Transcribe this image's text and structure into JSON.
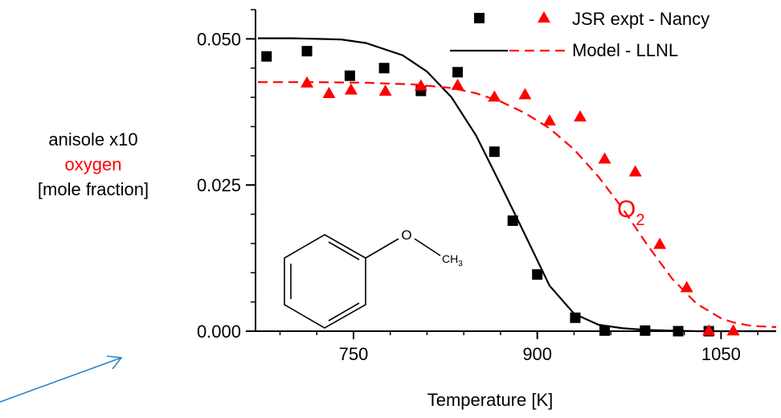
{
  "chart_data": {
    "type": "scatter",
    "xlabel": "Temperature [K]",
    "ylabel_lines": [
      {
        "text": "anisole x10",
        "color": "#000000"
      },
      {
        "text": "oxygen",
        "color": "#ff0000"
      },
      {
        "text": "[mole fraction]",
        "color": "#000000"
      }
    ],
    "xlim": [
      670,
      1095
    ],
    "ylim": [
      0,
      0.055
    ],
    "xticks": [
      "750",
      "900",
      "1050"
    ],
    "yticks": [
      "0.000",
      "0.025",
      "0.050"
    ],
    "legend": {
      "expt_label": "JSR expt - Nancy",
      "model_label": "Model - LLNL",
      "placement": "top-right"
    },
    "series": [
      {
        "key": "anisole_expt",
        "kind": "markers",
        "marker": "square",
        "color": "#000000",
        "x": [
          679,
          712,
          747,
          775,
          805,
          835,
          865,
          880,
          900,
          931,
          955,
          988,
          1015,
          1040
        ],
        "y": [
          0.047,
          0.0479,
          0.0437,
          0.045,
          0.0411,
          0.0443,
          0.0307,
          0.0189,
          0.0097,
          0.0023,
          0.0001,
          0.0001,
          0.0,
          0.0
        ]
      },
      {
        "key": "oxygen_expt",
        "kind": "markers",
        "marker": "triangle",
        "color": "#ff0000",
        "x": [
          712,
          730,
          748,
          776,
          805,
          835,
          865,
          890,
          910,
          935,
          955,
          980,
          1000,
          1022,
          1040,
          1060
        ],
        "y": [
          0.0425,
          0.0407,
          0.0413,
          0.0411,
          0.042,
          0.0421,
          0.0401,
          0.0405,
          0.036,
          0.0367,
          0.0295,
          0.0273,
          0.0149,
          0.0075,
          0.0001,
          0.0001
        ]
      },
      {
        "key": "anisole_model",
        "kind": "line",
        "dash": "solid",
        "color": "#000000",
        "x": [
          672,
          700,
          740,
          760,
          790,
          810,
          830,
          850,
          870,
          890,
          910,
          930,
          950,
          970,
          990,
          1010,
          1030,
          1060,
          1095
        ],
        "y": [
          0.0501,
          0.0501,
          0.0499,
          0.0493,
          0.0472,
          0.0444,
          0.04,
          0.0335,
          0.0251,
          0.0165,
          0.0078,
          0.003,
          0.0011,
          0.0005,
          0.0002,
          0.0001,
          0.0,
          0.0,
          0.0
        ]
      },
      {
        "key": "oxygen_model",
        "kind": "line",
        "dash": "dashed",
        "color": "#ff0000",
        "x": [
          672,
          720,
          760,
          800,
          830,
          850,
          870,
          890,
          910,
          930,
          950,
          970,
          990,
          1010,
          1030,
          1050,
          1060,
          1075,
          1095
        ],
        "y": [
          0.0426,
          0.0426,
          0.0425,
          0.0422,
          0.0416,
          0.0407,
          0.0393,
          0.0373,
          0.0347,
          0.0311,
          0.0264,
          0.0209,
          0.0147,
          0.009,
          0.0047,
          0.0022,
          0.0015,
          0.0009,
          0.0007
        ]
      }
    ],
    "annotations": {
      "o2_label": {
        "base": "O",
        "sub": "2",
        "color": "#ff0000"
      },
      "structure_o_label": "O",
      "structure_ch3_label": {
        "base": "CH",
        "sub": "3"
      },
      "arrow_color": "#2e86c8"
    }
  }
}
